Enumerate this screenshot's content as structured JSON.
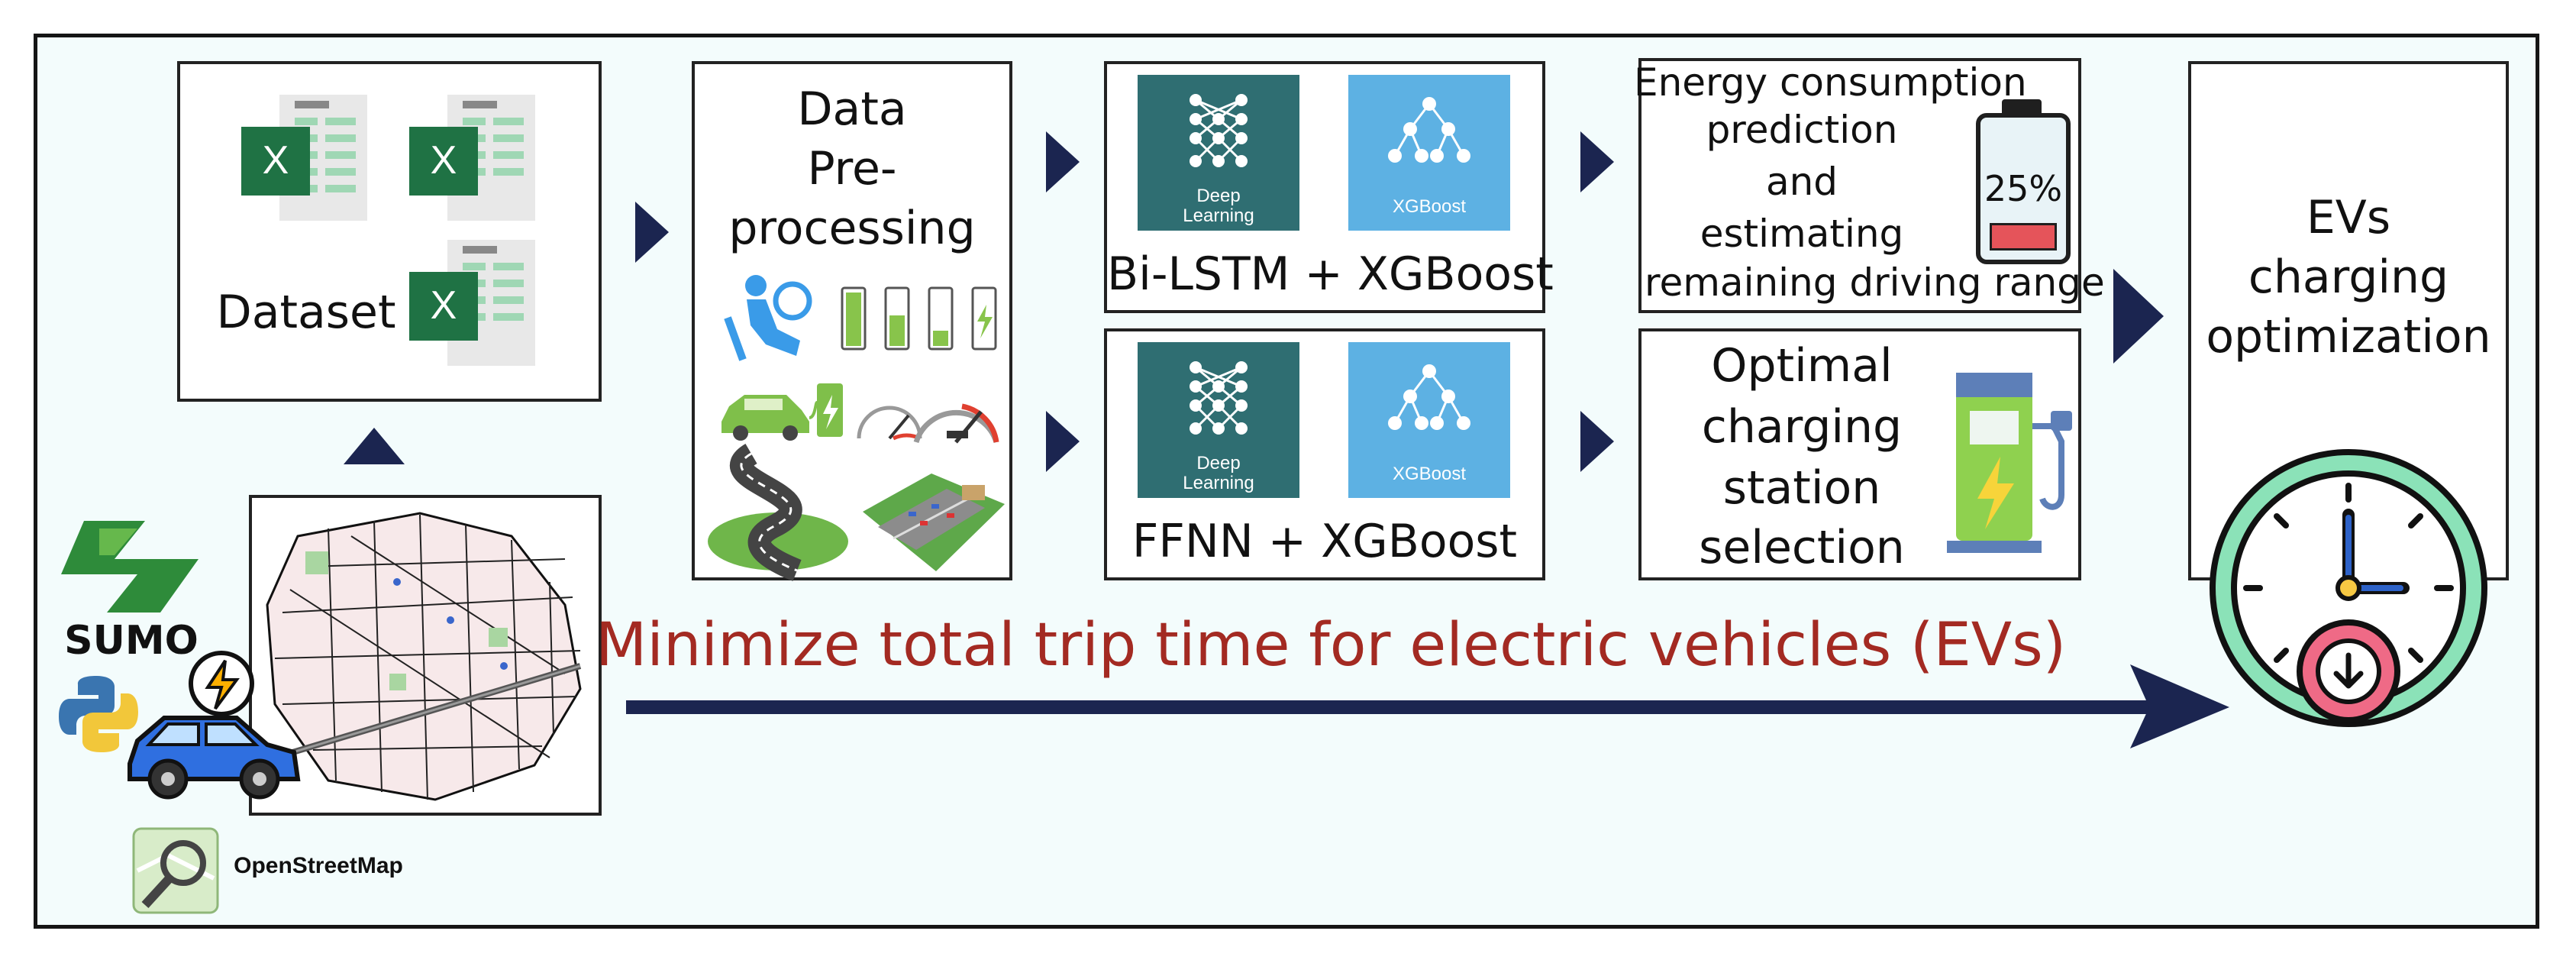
{
  "dataset": {
    "label": "Dataset"
  },
  "preprocessing": {
    "title_lines": [
      "Data",
      "Pre-",
      "processing"
    ]
  },
  "model_top": {
    "label": "Bi-LSTM + XGBoost",
    "tile_left": [
      "Deep",
      "Learning"
    ],
    "tile_right": "XGBoost"
  },
  "model_bottom": {
    "label": "FFNN + XGBoost",
    "tile_left": [
      "Deep",
      "Learning"
    ],
    "tile_right": "XGBoost"
  },
  "energy": {
    "lines": [
      "Energy consumption",
      "prediction",
      "and",
      "estimating",
      "remaining driving range"
    ],
    "battery_level": "25%"
  },
  "charging": {
    "lines": [
      "Optimal",
      "charging",
      "station",
      "selection"
    ]
  },
  "optimization": {
    "lines": [
      "EVs",
      "charging",
      "optimization"
    ]
  },
  "headline": "Minimize total trip time for electric vehicles (EVs)",
  "sources": {
    "sumo": "SUMO",
    "osm": "OpenStreetMap"
  },
  "colors": {
    "arrow": "#1b2550",
    "headline": "#a32a22",
    "tile_dark": "#2f6e72",
    "tile_light": "#5db1e3",
    "frame_bg": "#f3fcfc"
  }
}
